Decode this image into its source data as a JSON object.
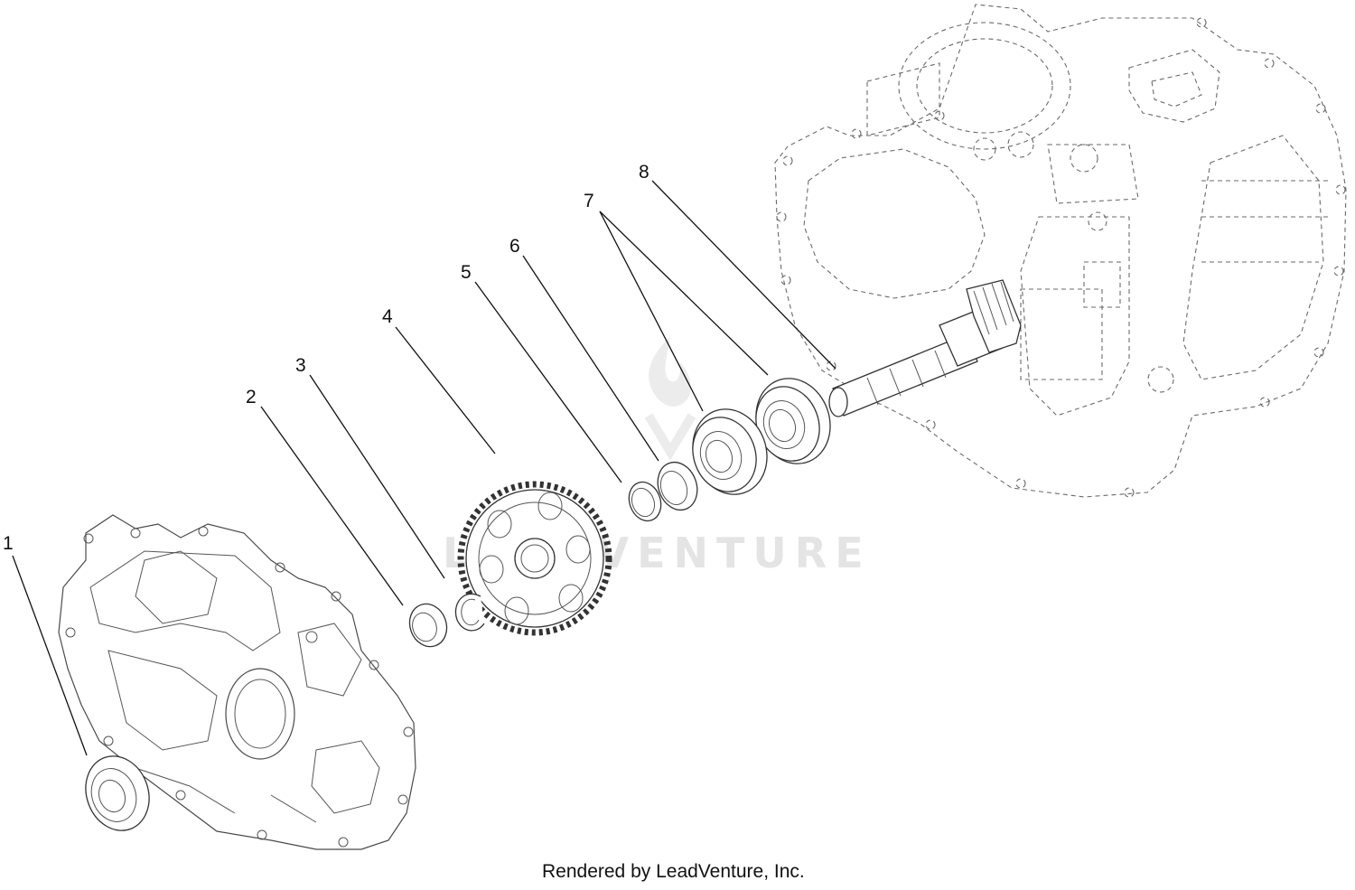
{
  "callouts": [
    {
      "id": "1",
      "label": "1"
    },
    {
      "id": "2",
      "label": "2"
    },
    {
      "id": "3",
      "label": "3"
    },
    {
      "id": "4",
      "label": "4"
    },
    {
      "id": "5",
      "label": "5"
    },
    {
      "id": "6",
      "label": "6"
    },
    {
      "id": "7",
      "label": "7"
    },
    {
      "id": "8",
      "label": "8"
    }
  ],
  "watermark": {
    "text": "LEADVENTURE"
  },
  "credit": {
    "text": "Rendered by LeadVenture, Inc."
  },
  "colors": {
    "line": "#333333",
    "watermark": "#e4e4e4",
    "background": "#ffffff"
  }
}
